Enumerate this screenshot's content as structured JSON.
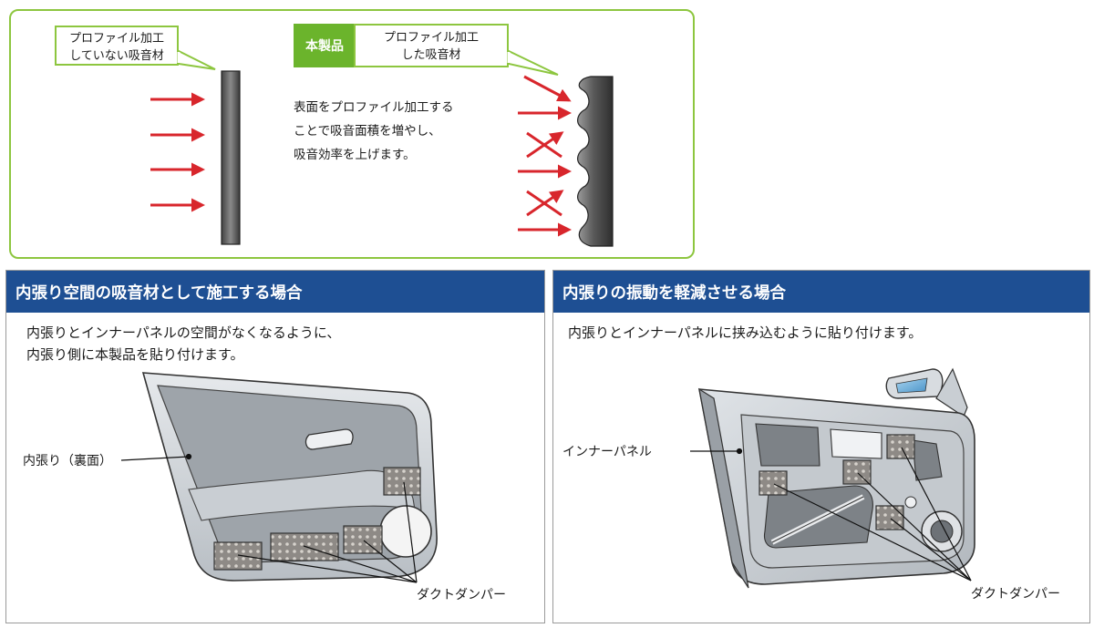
{
  "top": {
    "callout_left": "プロファイル加工\nしていない吸音材",
    "badge": "本製品",
    "callout_right": "プロファイル加工\nした吸音材",
    "description": "表面をプロファイル加工する\nことで吸音面積を増やし、\n吸音効率を上げます。"
  },
  "panels": [
    {
      "title": "内張り空間の吸音材として施工する場合",
      "text": "内張りとインナーパネルの空間がなくなるように、\n内張り側に本製品を貼り付けます。",
      "label_part": "内張り（裏面）",
      "label_damper": "ダクトダンパー"
    },
    {
      "title": "内張りの振動を軽減させる場合",
      "text": "内張りとインナーパネルに挟み込むように貼り付けます。",
      "label_part": "インナーパネル",
      "label_damper": "ダクトダンパー"
    }
  ],
  "colors": {
    "green_border": "#8dc63f",
    "green_badge": "#6bb42c",
    "arrow_red": "#d8262c",
    "header_blue": "#1e4f93",
    "absorber_gray": "#555555"
  }
}
